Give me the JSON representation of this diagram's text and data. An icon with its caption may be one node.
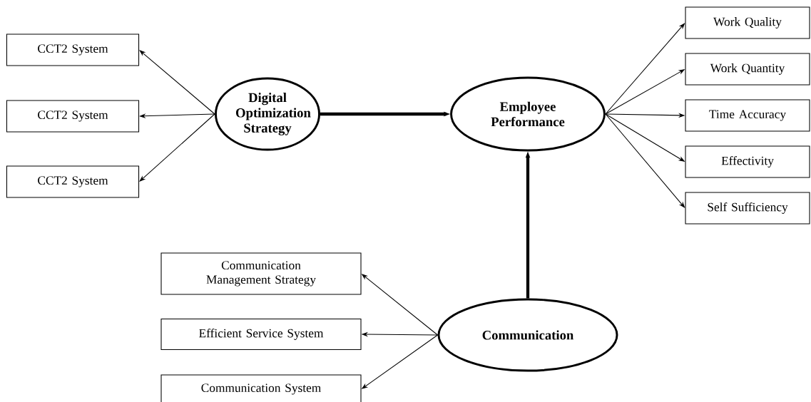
{
  "diagram": {
    "nodes": [
      {
        "text": [
          "CCT2 System"
        ]
      },
      {
        "text": [
          "Digital Optimization Strategy"
        ]
      },
      {
        "text": [
          "Employee Performance"
        ]
      },
      {
        "text": [
          "Work Quality"
        ]
      },
      {
        "text": [
          "Work Quantity"
        ]
      },
      {
        "text": [
          "CCT2 System"
        ]
      },
      {
        "text": [
          "Time Accuracy"
        ]
      },
      {
        "text": [
          "CCT2 System"
        ]
      },
      {
        "text": [
          "Effectivity"
        ]
      },
      {
        "text": [
          "Self Sufficiency"
        ]
      },
      {
        "text": [
          "Communication Management Strategy"
        ]
      },
      {
        "text": [
          "Efficient Service System"
        ]
      },
      {
        "text": [
          "Communication"
        ]
      },
      {
        "text": [
          "Communication System"
        ]
      }
    ],
    "edges": [
      {
        "from": 1,
        "to": 0,
        "arrow": "to"
      },
      {
        "from": 1,
        "to": 5,
        "arrow": "to"
      },
      {
        "from": 1,
        "to": 7,
        "arrow": "to"
      },
      {
        "from": 1,
        "to": 2,
        "arrow": "to",
        "style": "thick"
      },
      {
        "from": 2,
        "to": 3,
        "arrow": "to"
      },
      {
        "from": 2,
        "to": 4,
        "arrow": "to"
      },
      {
        "from": 2,
        "to": 6,
        "arrow": "to"
      },
      {
        "from": 2,
        "to": 8,
        "arrow": "to"
      },
      {
        "from": 2,
        "to": 9,
        "arrow": "to"
      },
      {
        "from": 12,
        "to": 2,
        "arrow": "to",
        "style": "thick"
      },
      {
        "from": 12,
        "to": 10,
        "arrow": "to"
      },
      {
        "from": 12,
        "to": 11,
        "arrow": "to"
      },
      {
        "from": 12,
        "to": 13,
        "arrow": "to"
      }
    ]
  }
}
